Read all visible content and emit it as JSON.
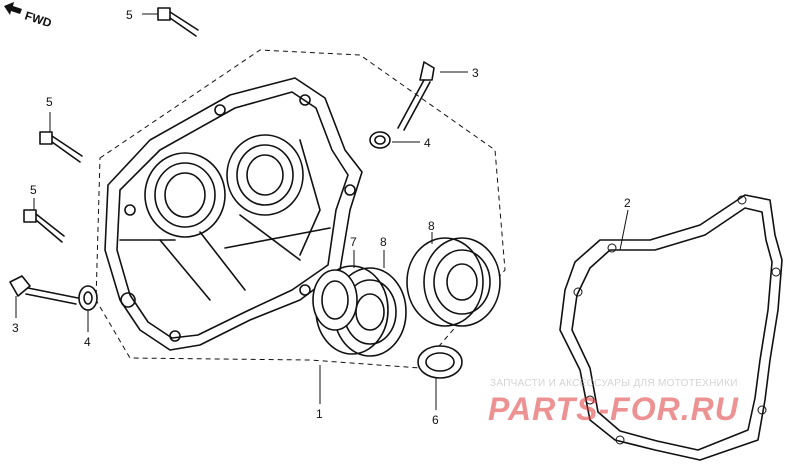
{
  "direction_label": "FWD",
  "callouts": {
    "c1": "1",
    "c2": "2",
    "c3a": "3",
    "c3b": "3",
    "c4a": "4",
    "c4b": "4",
    "c5a": "5",
    "c5b": "5",
    "c5c": "5",
    "c6": "6",
    "c7": "7",
    "c8a": "8",
    "c8b": "8"
  },
  "watermark": {
    "caption": "ЗАПЧАСТИ И АКСЕССУАРЫ ДЛЯ МОТОТЕХНИКИ",
    "brand": "PARTS-FOR.RU",
    "color": "#e03a3a"
  }
}
